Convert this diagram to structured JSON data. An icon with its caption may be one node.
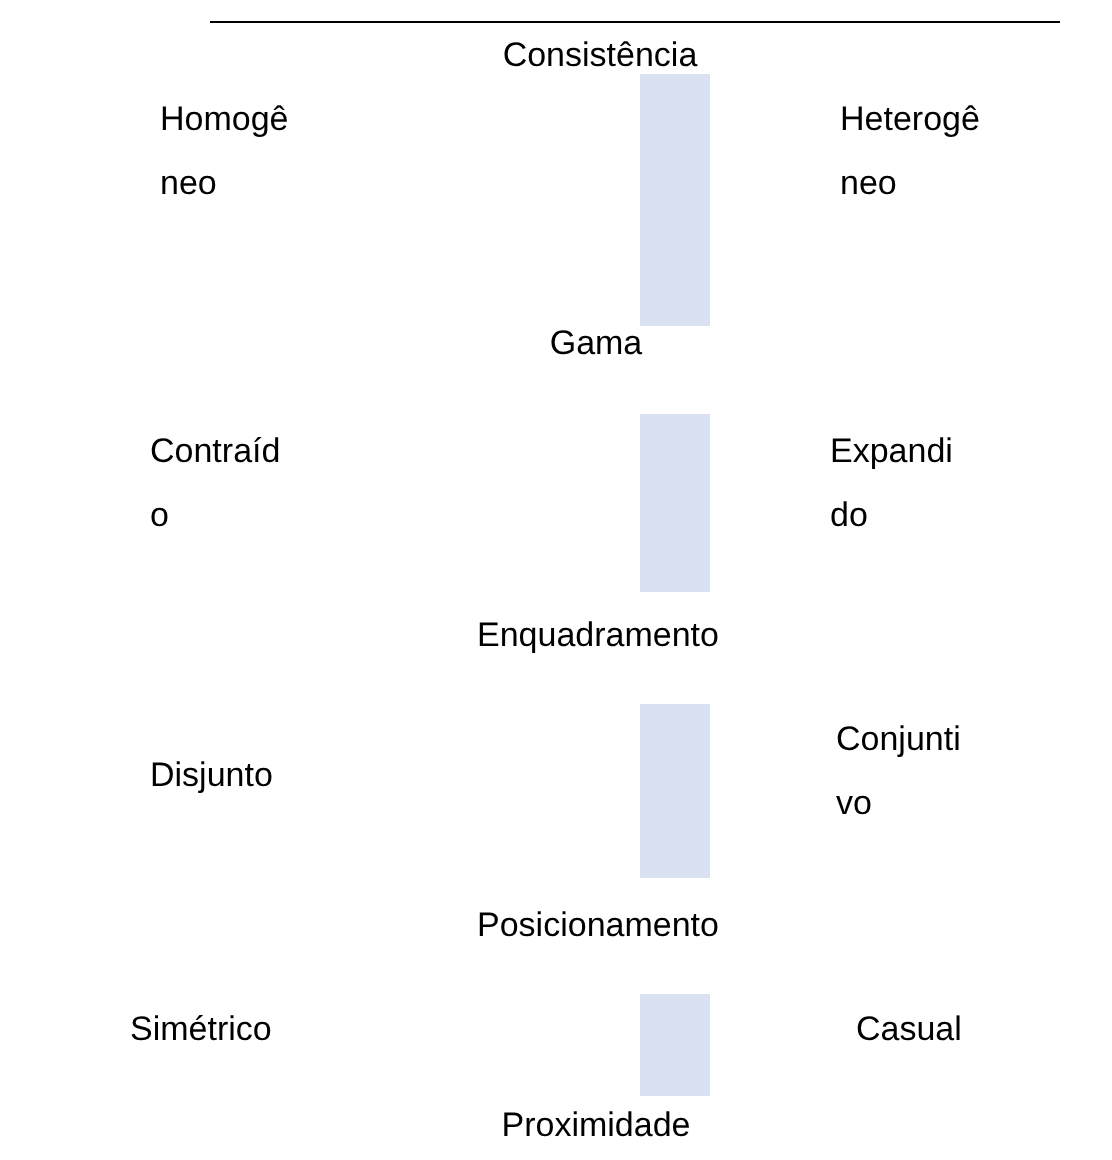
{
  "diagram": {
    "nodes": [
      {
        "text": [],
        "shape": "bar"
      },
      {
        "text": [],
        "shape": "bar"
      },
      {
        "text": [],
        "shape": "bar"
      },
      {
        "text": [],
        "shape": "bar"
      }
    ],
    "labels": [
      "Consistência",
      "Homogêneo",
      "Heterogêneo",
      "Gama",
      "Contraído",
      "Expandido",
      "Enquadramento",
      "Disjunto",
      "Conjuntivo",
      "Posicionamento",
      "Simétrico",
      "Casual",
      "Proximidade"
    ]
  }
}
